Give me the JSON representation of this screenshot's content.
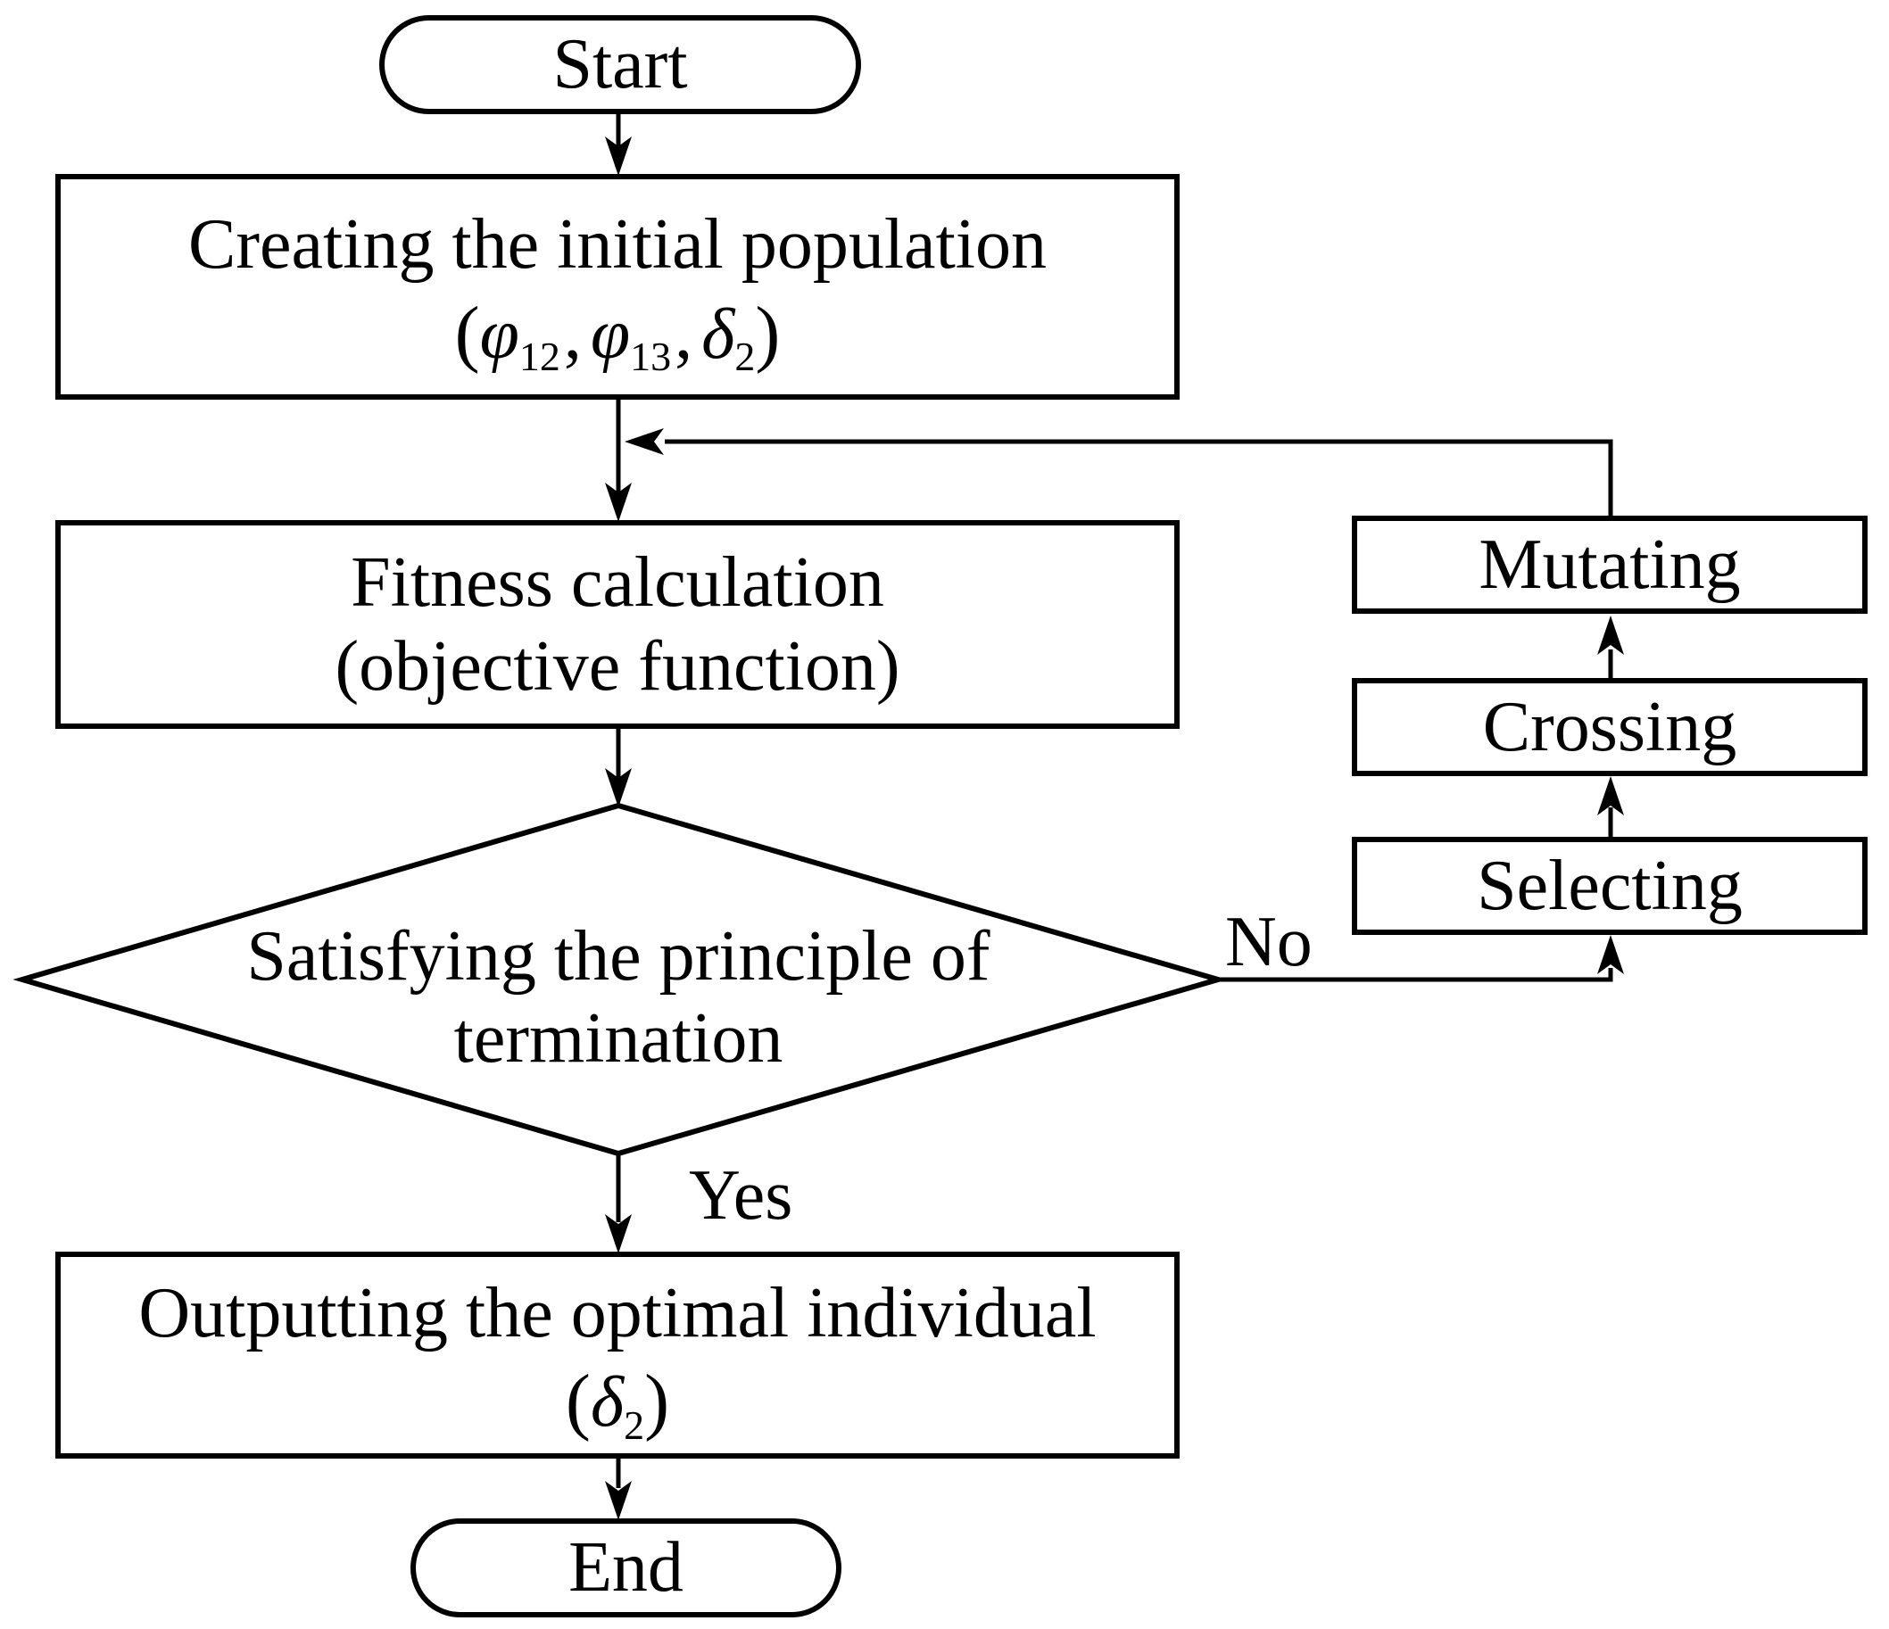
{
  "figure": {
    "type": "flowchart",
    "background": "#ffffff",
    "line_color": "#000000"
  },
  "nodes": {
    "start": {
      "shape": "stadium",
      "label": "Start"
    },
    "create": {
      "shape": "rect",
      "line1": "Creating the initial population",
      "formula": {
        "open": "(",
        "phi_a": "φ",
        "sub_a": "12",
        "comma_a": ",",
        "phi_b": "φ",
        "sub_b": "13",
        "comma_b": ",",
        "delta": "δ",
        "sub_c": "2",
        "close": ")"
      }
    },
    "fitness": {
      "shape": "rect",
      "line1": "Fitness calculation",
      "line2": "(objective function)"
    },
    "decision": {
      "shape": "diamond",
      "line1": "Satisfying the principle of",
      "line2": "termination"
    },
    "selecting": {
      "shape": "rect",
      "label": "Selecting"
    },
    "crossing": {
      "shape": "rect",
      "label": "Crossing"
    },
    "mutating": {
      "shape": "rect",
      "label": "Mutating"
    },
    "output": {
      "shape": "rect",
      "line1": "Outputting the optimal individual",
      "formula": {
        "open": "(",
        "delta": "δ",
        "sub": "2",
        "close": ")"
      }
    },
    "end": {
      "shape": "stadium",
      "label": "End"
    }
  },
  "edges": {
    "yes_label": "Yes",
    "no_label": "No"
  }
}
